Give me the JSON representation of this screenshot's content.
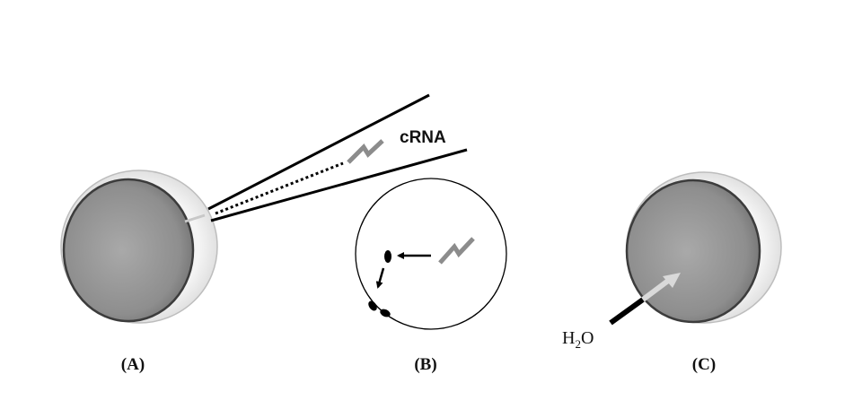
{
  "panels": {
    "a": {
      "label": "(A)"
    },
    "b": {
      "label": "(B)"
    },
    "c": {
      "label": "(C)"
    }
  },
  "annotations": {
    "crna": "cRNA",
    "water_main": "H",
    "water_subscript": "2",
    "water_tail": "O"
  }
}
